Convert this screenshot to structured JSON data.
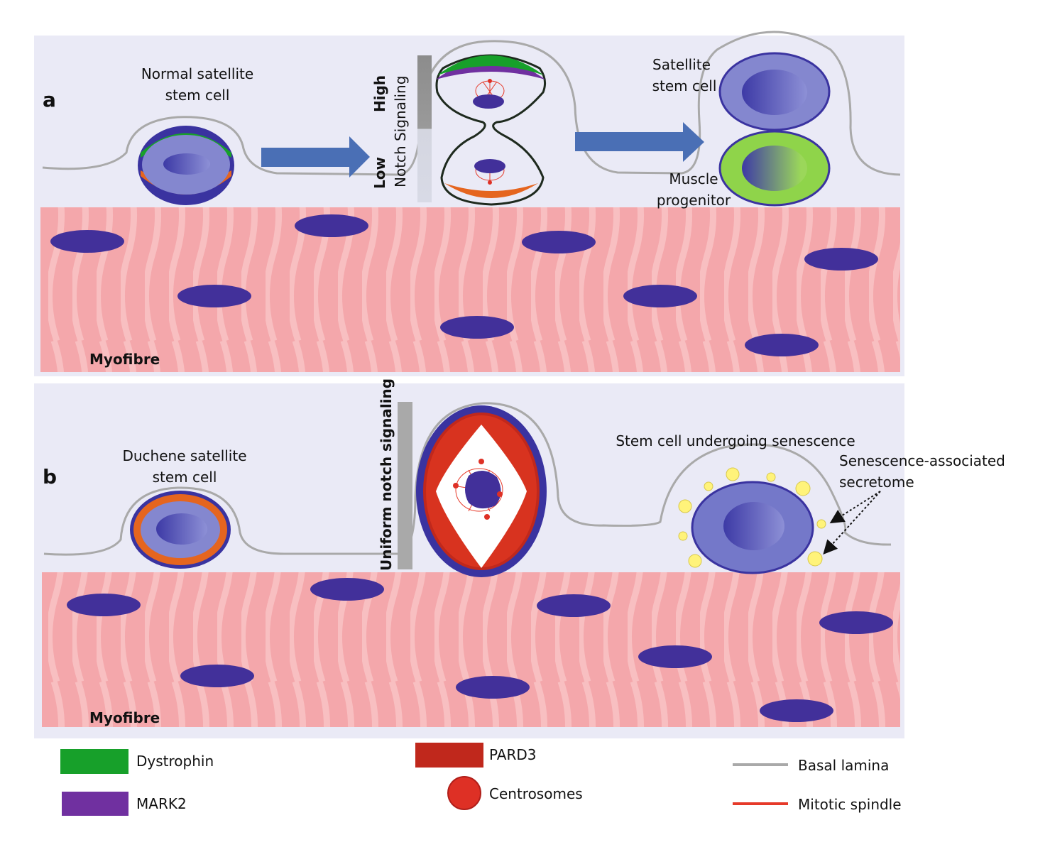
{
  "panel_a": {
    "letter": "a",
    "normal_cell_line1": "Normal satellite",
    "normal_cell_line2": "stem cell",
    "notch_high": "High",
    "notch_low": "Low",
    "notch_signaling": "Notch Signaling",
    "satellite_line1": "Satellite",
    "satellite_line2": "stem cell",
    "progenitor_line1": "Muscle",
    "progenitor_line2": "progenitor",
    "myofibre": "Myofibre"
  },
  "panel_b": {
    "letter": "b",
    "duchene_line1": "Duchene satellite",
    "duchene_line2": "stem cell",
    "uniform_notch": "Uniform notch signaling",
    "senescence": "Stem cell undergoing senescence",
    "secretome_line1": "Senescence-associated",
    "secretome_line2": "secretome",
    "myofibre": "Myofibre"
  },
  "legend": {
    "dystrophin": "Dystrophin",
    "mark2": "MARK2",
    "pard3": "PARD3",
    "centrosomes": "Centrosomes",
    "basal_lamina": "Basal lamina",
    "mitotic_spindle": "Mitotic spindle"
  },
  "colors": {
    "background": "#eaeaf6",
    "myofibre": "#f4a7ab",
    "nucleus": "#42309a",
    "cell": "#8487cf",
    "cell_border": "#3a33a0",
    "dystrophin": "#17a02a",
    "mark2": "#7030a0",
    "pard3": "#c0281c",
    "orange": "#e5651f",
    "centrosome": "#de3025",
    "basal_lamina": "#a9a9a9",
    "mitotic_spindle": "#e63a2a",
    "arrow": "#4a6fb5",
    "progenitor": "#8fd44a",
    "secretome": "#fff37a"
  }
}
